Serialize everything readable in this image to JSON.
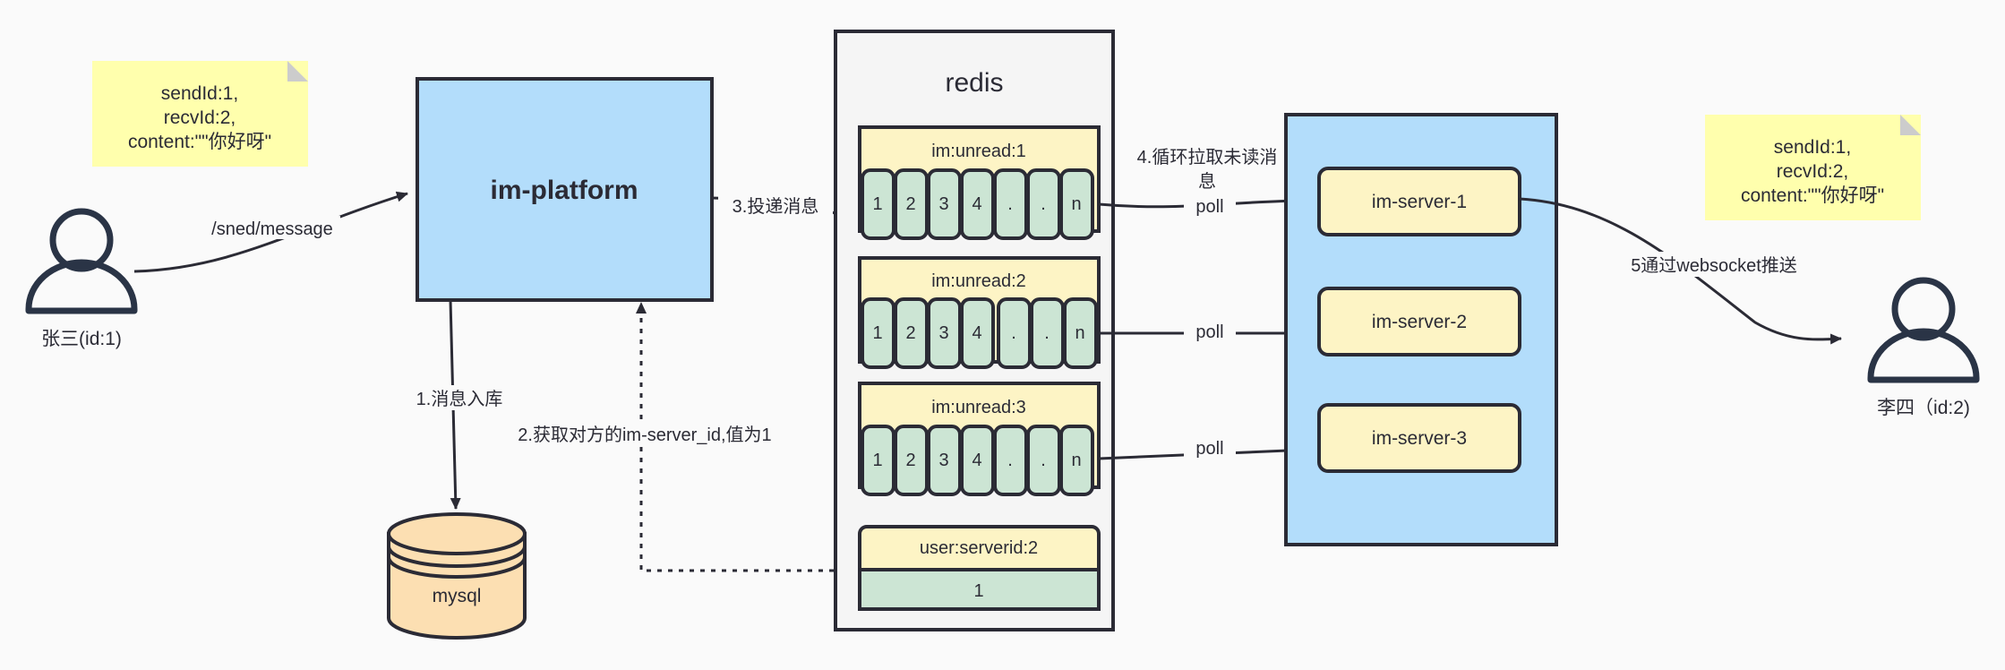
{
  "diagram": {
    "title": "IM message delivery architecture",
    "background": "#fafafa",
    "colors": {
      "note_yellow": "#ffffad",
      "note_fold": "#cccccc",
      "box_blue": "#b3ddfb",
      "key_yellow": "#fdf4c5",
      "cell_green": "#cce5d4",
      "server_yellow": "#fdf4c5",
      "db_orange": "#fcdfb2",
      "container_gray": "#f5f5f5",
      "stroke": "#2b2b35"
    }
  },
  "notes": {
    "left": {
      "line1": "sendId:1,",
      "line2": "recvId:2,",
      "line3": "content:\"\"你好呀\""
    },
    "right": {
      "line1": "sendId:1,",
      "line2": "recvId:2,",
      "line3": "content:\"\"你好呀\""
    }
  },
  "actors": {
    "sender": {
      "label": "张三(id:1)",
      "icon": "user-icon"
    },
    "receiver": {
      "label": "李四（id:2)",
      "icon": "user-icon"
    }
  },
  "platform": {
    "label": "im-platform"
  },
  "database": {
    "label": "mysql",
    "icon": "database-cylinder-icon"
  },
  "redis": {
    "title": "redis",
    "queues": [
      {
        "key": "im:unread:1",
        "cells": [
          "1",
          "2",
          "3",
          "4",
          ".",
          ".",
          "n"
        ]
      },
      {
        "key": "im:unread:2",
        "cells": [
          "1",
          "2",
          "3",
          "4",
          ".",
          ".",
          "n"
        ]
      },
      {
        "key": "im:unread:3",
        "cells": [
          "1",
          "2",
          "3",
          "4",
          ".",
          ".",
          "n"
        ]
      }
    ],
    "mapping": {
      "key": "user:serverid:2",
      "value": "1"
    }
  },
  "servers": {
    "items": [
      {
        "label": "im-server-1"
      },
      {
        "label": "im-server-2"
      },
      {
        "label": "im-server-3"
      }
    ]
  },
  "edges": {
    "send_message": "/sned/message",
    "step1": "1.消息入库",
    "step2": "2.获取对方的im-server_id,值为1",
    "step3": "3.投递消息",
    "step4_line1": "4.循环拉取未读消",
    "step4_line2": "息",
    "poll1": "poll",
    "poll2": "poll",
    "poll3": "poll",
    "step5": "5通过websocket推送"
  }
}
